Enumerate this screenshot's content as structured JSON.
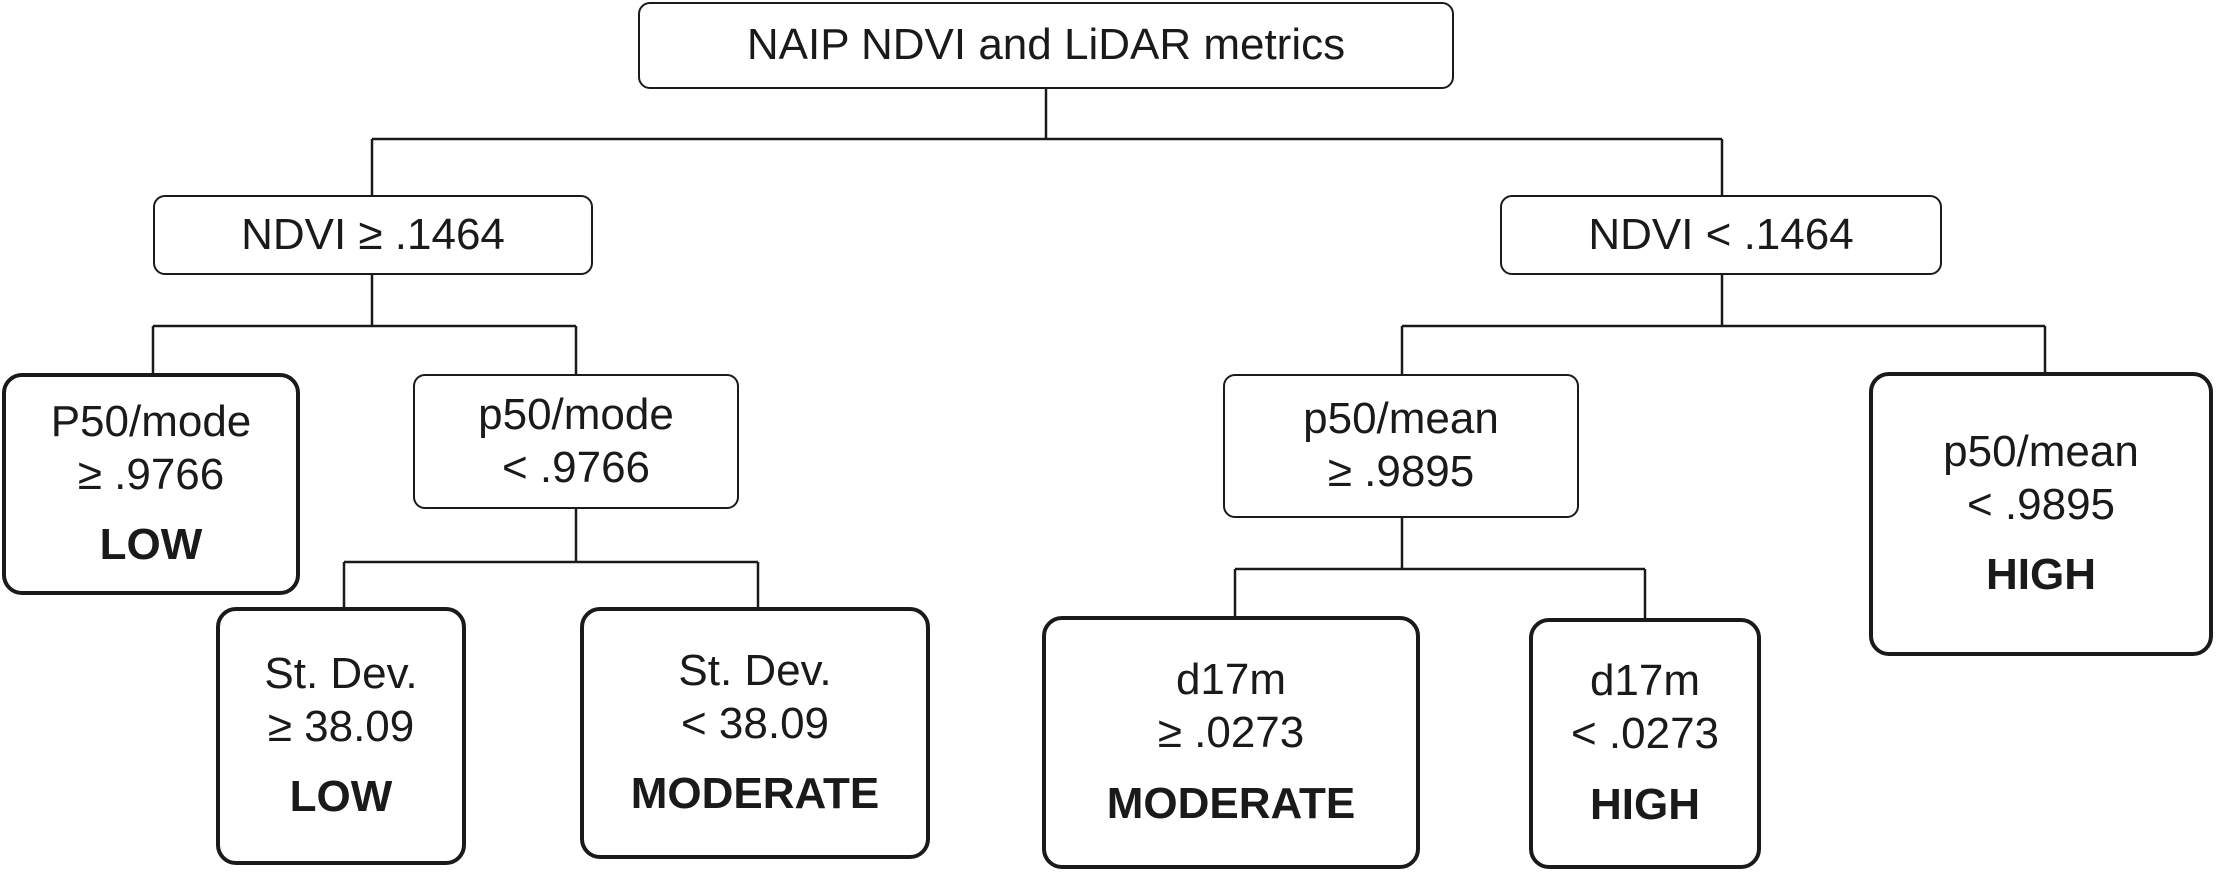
{
  "root": {
    "label": "NAIP NDVI and LiDAR metrics"
  },
  "ndvi_high": {
    "label": "NDVI ≥ .1464"
  },
  "ndvi_low": {
    "label": "NDVI < .1464"
  },
  "p50mode_high": {
    "line1": "P50/mode",
    "line2": "≥ .9766",
    "class": "LOW"
  },
  "p50mode_low": {
    "line1": "p50/mode",
    "line2": "< .9766"
  },
  "stdev_high": {
    "line1": "St. Dev.",
    "line2": "≥ 38.09",
    "class": "LOW"
  },
  "stdev_low": {
    "line1": "St. Dev.",
    "line2": "< 38.09",
    "class": "MODERATE"
  },
  "p50mean_high": {
    "line1": "p50/mean",
    "line2": "≥ .9895"
  },
  "p50mean_low": {
    "line1": "p50/mean",
    "line2": "< .9895",
    "class": "HIGH"
  },
  "d17m_high": {
    "line1": "d17m",
    "line2": "≥ .0273",
    "class": "MODERATE"
  },
  "d17m_low": {
    "line1": "d17m",
    "line2": "< .0273",
    "class": "HIGH"
  }
}
